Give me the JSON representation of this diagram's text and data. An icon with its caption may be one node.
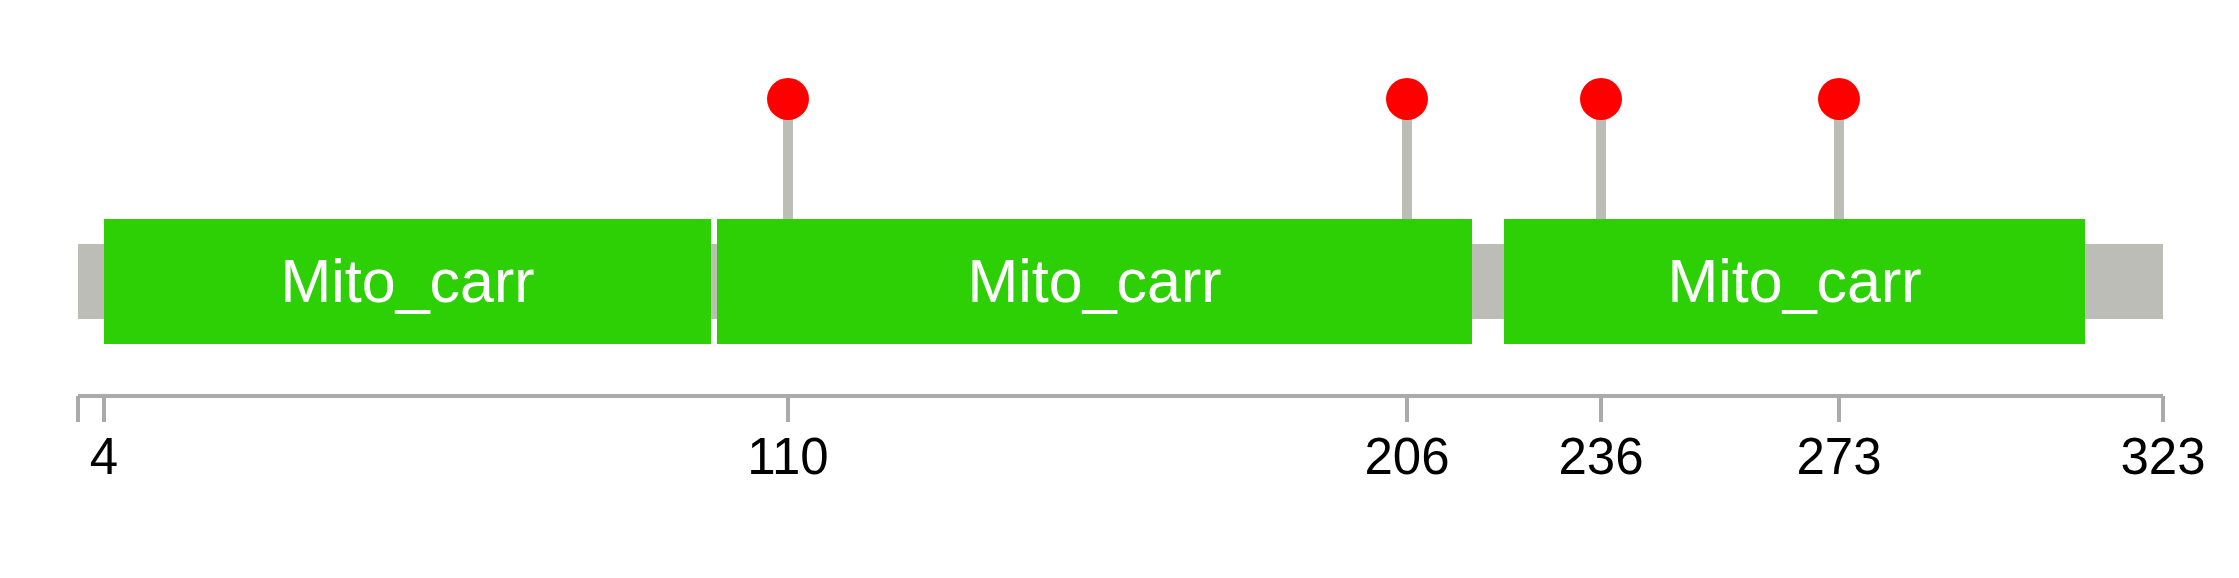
{
  "diagram": {
    "nodes": [
      {
        "text": [
          "Mito_carr"
        ]
      },
      {
        "text": [
          "Mito_carr"
        ]
      },
      {
        "text": [
          "Mito_carr"
        ]
      }
    ],
    "labels": [
      "4",
      "110",
      "206",
      "236",
      "273",
      "323"
    ]
  }
}
